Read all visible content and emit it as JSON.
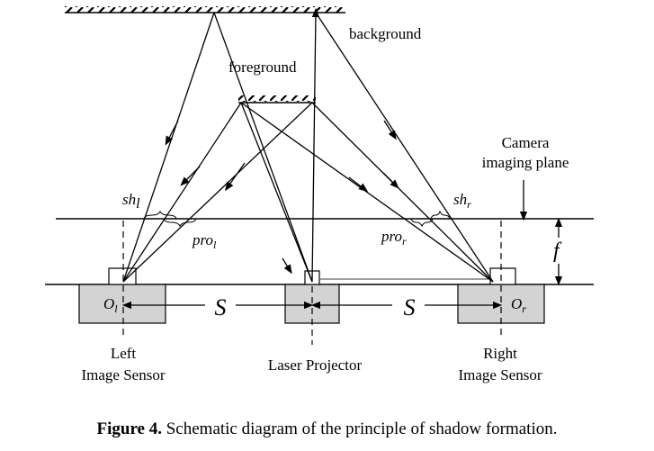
{
  "labels": {
    "background": "background",
    "foreground": "foreground",
    "camera_plane_line1": "Camera",
    "camera_plane_line2": "imaging plane",
    "sh_l_main": "sh",
    "sh_l_sub": "l",
    "sh_r_main": "sh",
    "sh_r_sub": "r",
    "pro_l_main": "pro",
    "pro_l_sub": "l",
    "pro_r_main": "pro",
    "pro_r_sub": "r",
    "focal": "f",
    "o_l_main": "O",
    "o_l_sub": "l",
    "o_r_main": "O",
    "o_r_sub": "r",
    "baseline_left": "S",
    "baseline_right": "S",
    "left_sensor_line1": "Left",
    "left_sensor_line2": "Image Sensor",
    "laser_projector": "Laser Projector",
    "right_sensor_line1": "Right",
    "right_sensor_line2": "Image Sensor"
  },
  "caption": {
    "number": "Figure 4.",
    "text": " Schematic diagram of the principle of shadow formation."
  },
  "colors": {
    "line": "#000000",
    "box_fill": "#d3d3d3"
  }
}
